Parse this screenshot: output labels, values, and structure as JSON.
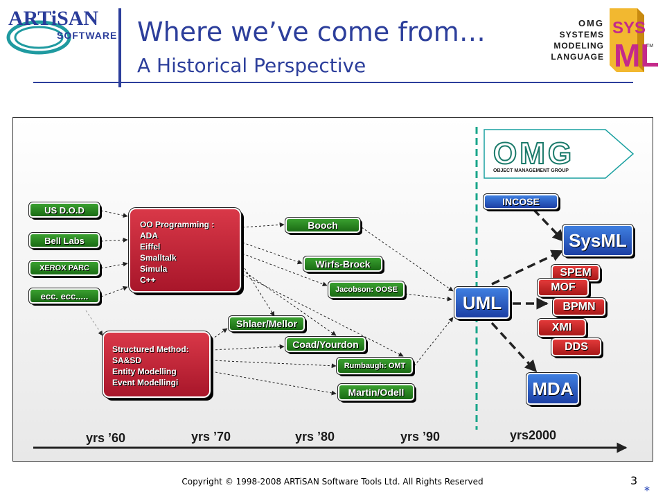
{
  "header": {
    "title": "Where we’ve come from…",
    "subtitle": "A Historical Perspective",
    "logo_left": "ARTiSAN SOFTWARE",
    "logo_right": "OMG SYSTEMS MODELING LANGUAGE SysML"
  },
  "sources": [
    "US D.O.D",
    "Bell Labs",
    "XEROX PARC",
    "ecc. ecc....."
  ],
  "oo_box": [
    "OO Programming :",
    "ADA",
    "Eiffel",
    "Smalltalk",
    "Simula",
    "C++"
  ],
  "structured_box": [
    "Structured Method:",
    "SA&SD",
    "Entity Modelling",
    "Event Modellingi"
  ],
  "methods": {
    "booch": "Booch",
    "wirfs_brock": "Wirfs-Brock",
    "jacobson": "Jacobson: OOSE",
    "shlaer": "Shlaer/Mellor",
    "coad": "Coad/Yourdon",
    "rumbaugh": "Rumbaugh: OMT",
    "martin": "Martin/Odell"
  },
  "uml": "UML",
  "incose": "INCOSE",
  "sysml": "SysML",
  "omg": {
    "logo": "OMG",
    "caption": "OBJECT MANAGEMENT GROUP"
  },
  "derived": [
    "SPEM",
    "MOF",
    "BPMN",
    "XMI",
    "DDS"
  ],
  "mda": "MDA",
  "timeline": [
    "yrs ’60",
    "yrs ’70",
    "yrs ’80",
    "yrs ’90",
    "yrs2000"
  ],
  "footer": {
    "copyright": "Copyright © 1998-2008 ARTiSAN Software Tools Ltd.  All Rights Reserved",
    "page": "3",
    "marker": "*"
  },
  "colors": {
    "title": "#2c3e9b",
    "green": "#1f7a1a",
    "blue": "#1c3fa4",
    "red": "#c0202a",
    "divider": "#18a58a"
  }
}
